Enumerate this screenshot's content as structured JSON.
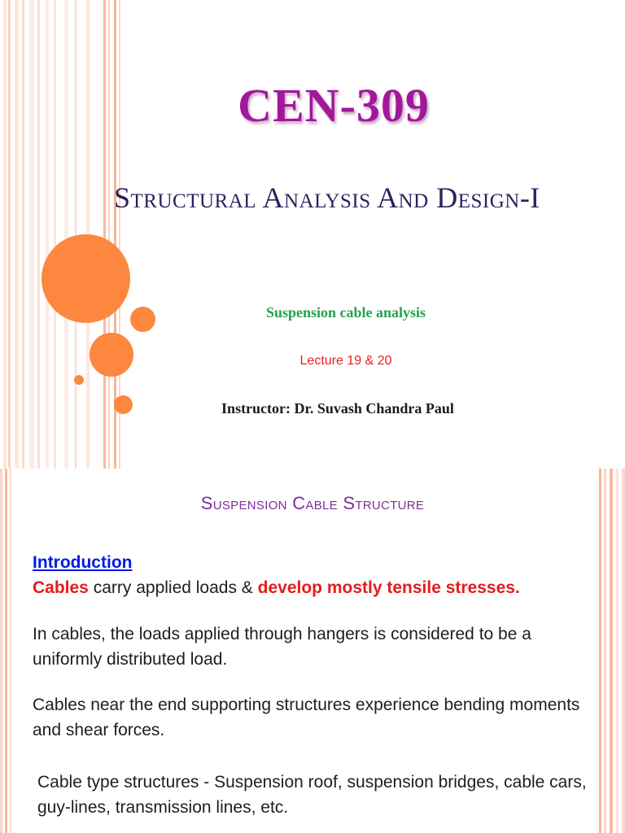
{
  "slide1": {
    "title": "CEN-309",
    "subtitle": "Structural Analysis And Design-I",
    "topic": "Suspension cable analysis",
    "lecture": "Lecture 19 & 20",
    "instructor": "Instructor: Dr. Suvash Chandra Paul"
  },
  "slide2": {
    "heading": "Suspension Cable Structure",
    "intro_label": "Introduction",
    "line1_bold1": "Cables",
    "line1_mid": " carry applied loads & ",
    "line1_bold2": "develop mostly tensile stresses.",
    "para2": "In cables, the loads applied through hangers is considered to be a uniformly distributed load.",
    "para3": "Cables near the end supporting structures experience bending moments and shear forces.",
    "para4": "Cable type structures - Suspension roof, suspension bridges, cable cars, guy-lines, transmission lines, etc."
  },
  "colors": {
    "title": "#a3179c",
    "accent_orange": "#fd873e",
    "stripe": "#f8c3ad",
    "heading_purple": "#7f2e98",
    "link_blue": "#0019e8",
    "emphasis_red": "#e31c1c"
  }
}
